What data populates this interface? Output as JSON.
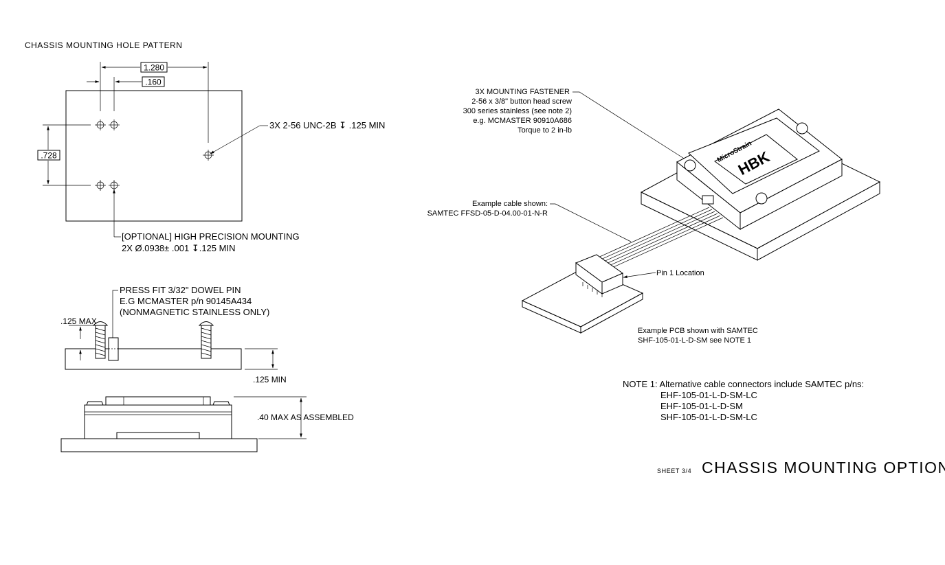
{
  "left": {
    "hole_pattern_title": "CHASSIS MOUNTING HOLE PATTERN",
    "dim_1280": "1.280",
    "dim_160": ".160",
    "dim_728": ".728",
    "tapped_hole_note": "3X 2-56 UNC-2B ↧ .125 MIN",
    "optional_note_line1": "[OPTIONAL] HIGH PRECISION MOUNTING",
    "optional_note_line2": "2X Ø.0938± .001 ↧.125 MIN",
    "dowel_line1": "PRESS FIT 3/32\" DOWEL PIN",
    "dowel_line2": "E.G MCMASTER p/n 90145A434",
    "dowel_line3": "(NONMAGNETIC STAINLESS ONLY)",
    "dim_125_max": ".125 MAX",
    "dim_125_min": ".125 MIN",
    "dim_40_max": ".40 MAX AS ASSEMBLED"
  },
  "right": {
    "fastener_line1": "3X MOUNTING FASTENER",
    "fastener_line2": "2-56 x 3/8\" button head screw",
    "fastener_line3": "300 series stainless (see note 2)",
    "fastener_line4": "e.g. MCMASTER 90910A686",
    "fastener_line5": "Torque to 2 in-lb",
    "cable_line1": "Example cable shown:",
    "cable_line2": "SAMTEC FFSD-05-D-04.00-01-N-R",
    "pin1": "Pin 1 Location",
    "pcb_line1": "Example PCB shown with SAMTEC",
    "pcb_line2": "SHF-105-01-L-D-SM see NOTE 1",
    "note1_head": "NOTE 1: Alternative cable connectors include SAMTEC p/ns:",
    "note1_items": [
      "EHF-105-01-L-D-SM-LC",
      "EHF-105-01-L-D-SM",
      "SHF-105-01-L-D-SM-LC"
    ],
    "device_brand": "MicroStrain",
    "device_logo": "HBK"
  },
  "title_block": {
    "sheet": "SHEET 3/4",
    "title": "CHASSIS MOUNTING OPTION"
  }
}
